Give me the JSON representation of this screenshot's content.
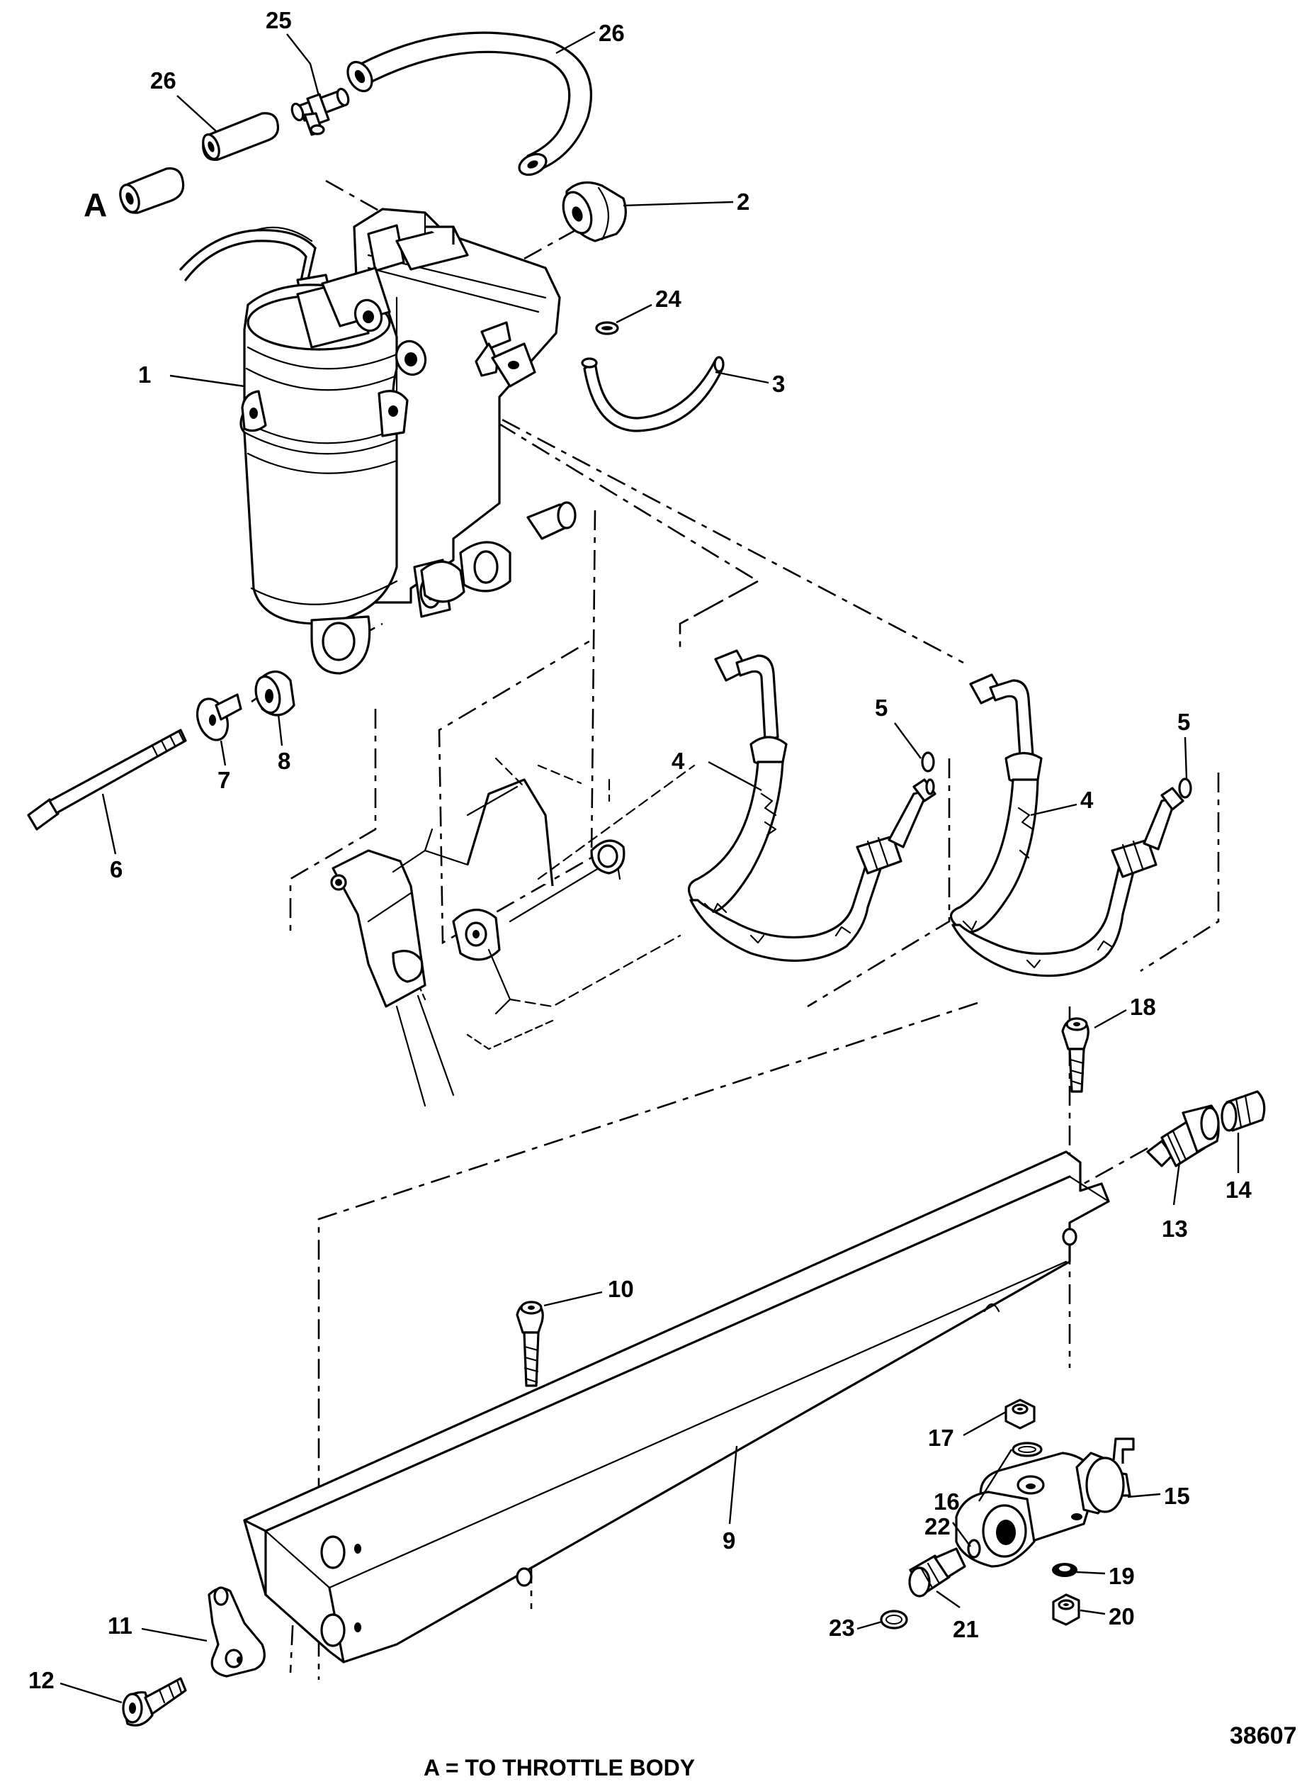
{
  "diagram": {
    "view_label": "A",
    "caption": "A = TO THROTTLE BODY",
    "figure_number": "38607",
    "callouts": [
      {
        "id": "c26a",
        "label": "26"
      },
      {
        "id": "c25",
        "label": "25"
      },
      {
        "id": "c26b",
        "label": "26"
      },
      {
        "id": "c2",
        "label": "2"
      },
      {
        "id": "c24",
        "label": "24"
      },
      {
        "id": "c1",
        "label": "1"
      },
      {
        "id": "c3",
        "label": "3"
      },
      {
        "id": "c5a",
        "label": "5"
      },
      {
        "id": "c5b",
        "label": "5"
      },
      {
        "id": "c4a",
        "label": "4"
      },
      {
        "id": "c4b",
        "label": "4"
      },
      {
        "id": "c7",
        "label": "7"
      },
      {
        "id": "c8",
        "label": "8"
      },
      {
        "id": "c6",
        "label": "6"
      },
      {
        "id": "c18",
        "label": "18"
      },
      {
        "id": "c13",
        "label": "13"
      },
      {
        "id": "c14",
        "label": "14"
      },
      {
        "id": "c10",
        "label": "10"
      },
      {
        "id": "c17",
        "label": "17"
      },
      {
        "id": "c15",
        "label": "15"
      },
      {
        "id": "c16",
        "label": "16"
      },
      {
        "id": "c22",
        "label": "22"
      },
      {
        "id": "c19",
        "label": "19"
      },
      {
        "id": "c20",
        "label": "20"
      },
      {
        "id": "c9",
        "label": "9"
      },
      {
        "id": "c11",
        "label": "11"
      },
      {
        "id": "c12",
        "label": "12"
      },
      {
        "id": "c23",
        "label": "23"
      },
      {
        "id": "c21",
        "label": "21"
      }
    ]
  }
}
